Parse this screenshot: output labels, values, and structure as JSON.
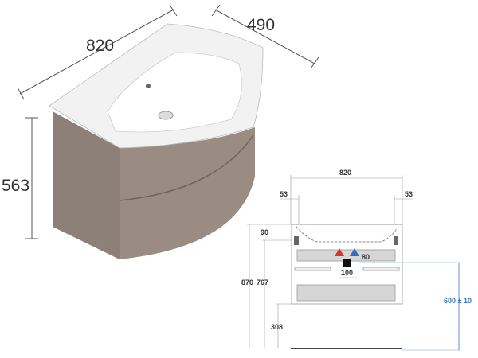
{
  "perspective": {
    "width": "820",
    "depth": "490",
    "height": "563"
  },
  "front_view": {
    "width": "820",
    "left_offset": "53",
    "right_offset": "53",
    "top_offset": "90",
    "total_height": "870",
    "cabinet_top": "767",
    "floor_clearance": "308",
    "drain_width": "100",
    "tap_spacing": "80",
    "drain_height": "600 ± 10"
  },
  "colors": {
    "cabinet": "#9a8c83",
    "basin": "#f2f2f2",
    "hot": "#d9342b",
    "cold": "#2f6fc4",
    "accent": "#3a78c0"
  }
}
